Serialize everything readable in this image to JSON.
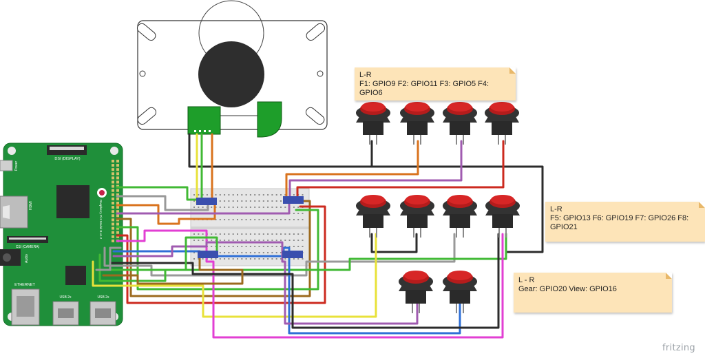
{
  "notes": {
    "top": {
      "title": "L-R",
      "body": "F1: GPIO9  F2: GPIO11  F3: GPIO5  F4: GPIO6"
    },
    "middle": {
      "title": "L-R",
      "body": "F5: GPIO13  F6: GPIO19  F7: GPIO26  F8: GPIO21"
    },
    "bottom": {
      "title": "L - R",
      "body": "Gear: GPIO20  View: GPIO16"
    }
  },
  "pi_labels": {
    "dsi": "DSI (DISPLAY)",
    "power": "Power",
    "hdmi": "HDMI",
    "csi": "CSI (CAMERA)",
    "audio": "Audio",
    "ethernet": "ETHERNET",
    "usb1": "USB 2x",
    "usb2": "USB 2x",
    "model": "Raspberry Pi 3 Model B v1.2"
  },
  "brand": "fritzing",
  "wire_colors": {
    "black": "#2b2b2b",
    "green": "#41b934",
    "yellow": "#e8e23a",
    "orange": "#d9731e",
    "purple": "#a05bb0",
    "gray": "#999999",
    "red": "#cc2a1f",
    "brown": "#9c6a1e",
    "blue": "#2f6fd6",
    "pink": "#e23fd3",
    "board": "#1f8f3a"
  }
}
